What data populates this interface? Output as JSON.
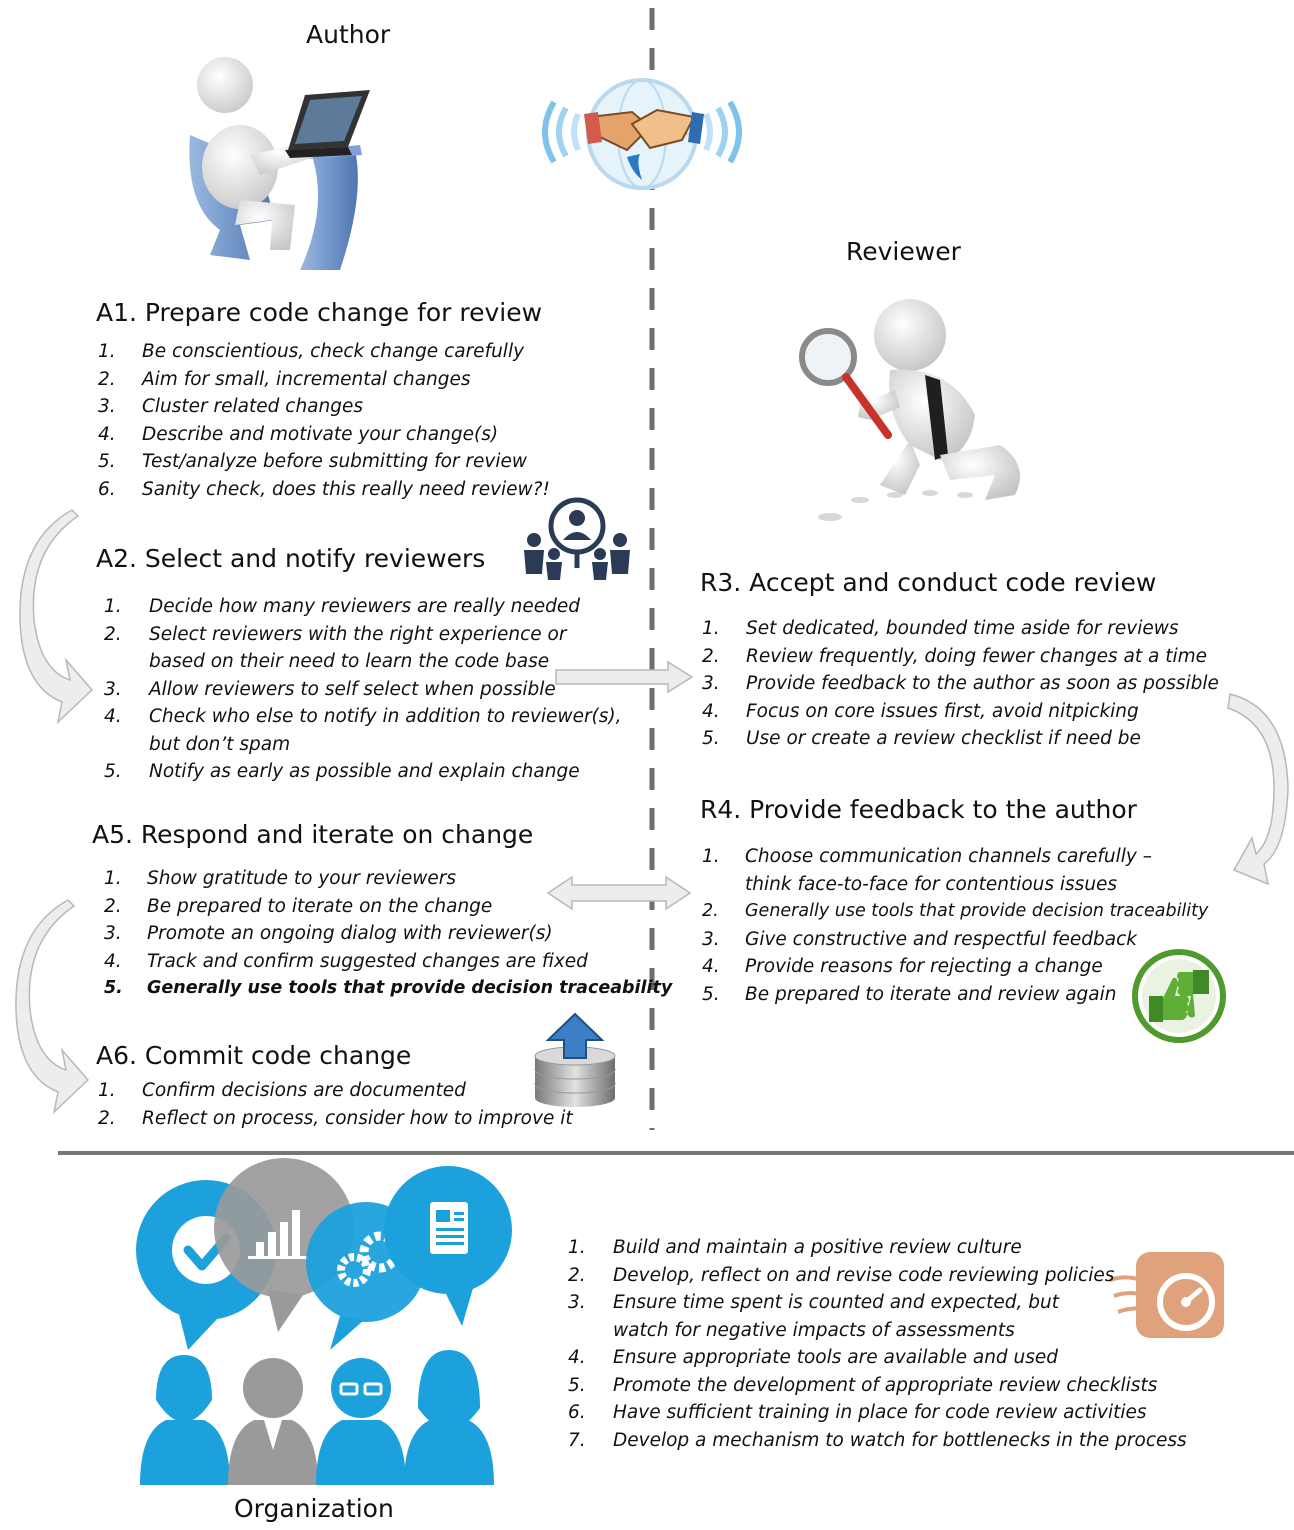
{
  "roles": {
    "author": "Author",
    "reviewer": "Reviewer",
    "organization": "Organization"
  },
  "sections": {
    "a1": {
      "title": "A1. Prepare code change for review",
      "items": [
        {
          "n": "1.",
          "text": "Be conscientious, check change carefully"
        },
        {
          "n": "2.",
          "text": "Aim for small, incremental changes"
        },
        {
          "n": "3.",
          "text": "Cluster related changes"
        },
        {
          "n": "4.",
          "text": "Describe and motivate your change(s)"
        },
        {
          "n": "5.",
          "text": "Test/analyze before submitting for review"
        },
        {
          "n": "6.",
          "text": "Sanity check, does this really need review?!"
        }
      ]
    },
    "a2": {
      "title": "A2. Select and notify reviewers",
      "items": [
        {
          "n": "1.",
          "text": "Decide how many reviewers are really needed"
        },
        {
          "n": "2.",
          "text": "Select reviewers with the right experience or"
        },
        {
          "n": "",
          "text": "based on their need to learn the code base"
        },
        {
          "n": "3.",
          "text": "Allow reviewers to self select when possible"
        },
        {
          "n": "4.",
          "text": "Check who else to notify in addition to reviewer(s),"
        },
        {
          "n": "",
          "text": "but don’t spam"
        },
        {
          "n": "5.",
          "text": "Notify as early as possible and explain change"
        }
      ]
    },
    "a5": {
      "title": "A5. Respond and iterate on change",
      "items": [
        {
          "n": "1.",
          "text": "Show gratitude to your reviewers"
        },
        {
          "n": "2.",
          "text": "Be prepared to iterate on the change"
        },
        {
          "n": "3.",
          "text": "Promote an ongoing dialog with reviewer(s)"
        },
        {
          "n": "4.",
          "text": "Track and confirm suggested changes are fixed"
        },
        {
          "n": "5.",
          "text": "Generally use tools that provide decision traceability"
        }
      ]
    },
    "a6": {
      "title": "A6. Commit code change",
      "items": [
        {
          "n": "1.",
          "text": "Confirm decisions are documented"
        },
        {
          "n": "2.",
          "text": "Reflect on process, consider how to improve it"
        }
      ]
    },
    "r3": {
      "title": "R3. Accept and conduct code review",
      "items": [
        {
          "n": "1.",
          "text": "Set dedicated, bounded time aside for reviews"
        },
        {
          "n": "2.",
          "text": "Review frequently, doing fewer changes at a time"
        },
        {
          "n": "3.",
          "text": "Provide feedback to the author as soon as possible"
        },
        {
          "n": "4.",
          "text": "Focus on core issues first, avoid nitpicking"
        },
        {
          "n": "5.",
          "text": "Use or create a review checklist if need be"
        }
      ]
    },
    "r4": {
      "title": "R4. Provide feedback to the author",
      "items": [
        {
          "n": "1.",
          "text": "Choose communication channels carefully –"
        },
        {
          "n": "",
          "text": "think face-to-face for contentious issues"
        },
        {
          "n": "2.",
          "text": "Generally use tools that provide decision traceability"
        },
        {
          "n": "3.",
          "text": "Give constructive and respectful feedback"
        },
        {
          "n": "4.",
          "text": "Provide reasons for rejecting a change"
        },
        {
          "n": "5.",
          "text": "Be prepared to iterate and review again"
        }
      ]
    },
    "org": {
      "items": [
        {
          "n": "1.",
          "text": "Build and maintain a positive review culture"
        },
        {
          "n": "2.",
          "text": "Develop, reflect on and revise code reviewing policies"
        },
        {
          "n": "3.",
          "text": "Ensure time spent is counted and expected, but"
        },
        {
          "n": "",
          "text": "watch for negative impacts of assessments"
        },
        {
          "n": "4.",
          "text": "Ensure appropriate tools are available and used"
        },
        {
          "n": "5.",
          "text": "Promote the development of appropriate review checklists"
        },
        {
          "n": "6.",
          "text": "Have sufficient training in place for code review activities"
        },
        {
          "n": "7.",
          "text": "Develop a mechanism to watch for bottlenecks in the process"
        }
      ]
    }
  },
  "colors": {
    "divider": "#6e6e6e",
    "arrow_fill": "#ededed",
    "arrow_stroke": "#b8b8b8",
    "org_blue": "#1da1dc",
    "org_gray": "#9a9a9a",
    "speed_orange": "#e0a27c",
    "thumbs_green": "#4f9a2c",
    "reviewers_navy": "#2b3a55"
  },
  "icons": [
    "author-figure-icon",
    "handshake-globe-icon",
    "reviewer-magnifier-figure-icon",
    "reviewers-group-icon",
    "database-upload-icon",
    "thumbs-up-down-icon",
    "organization-people-icon",
    "speedometer-icon"
  ]
}
